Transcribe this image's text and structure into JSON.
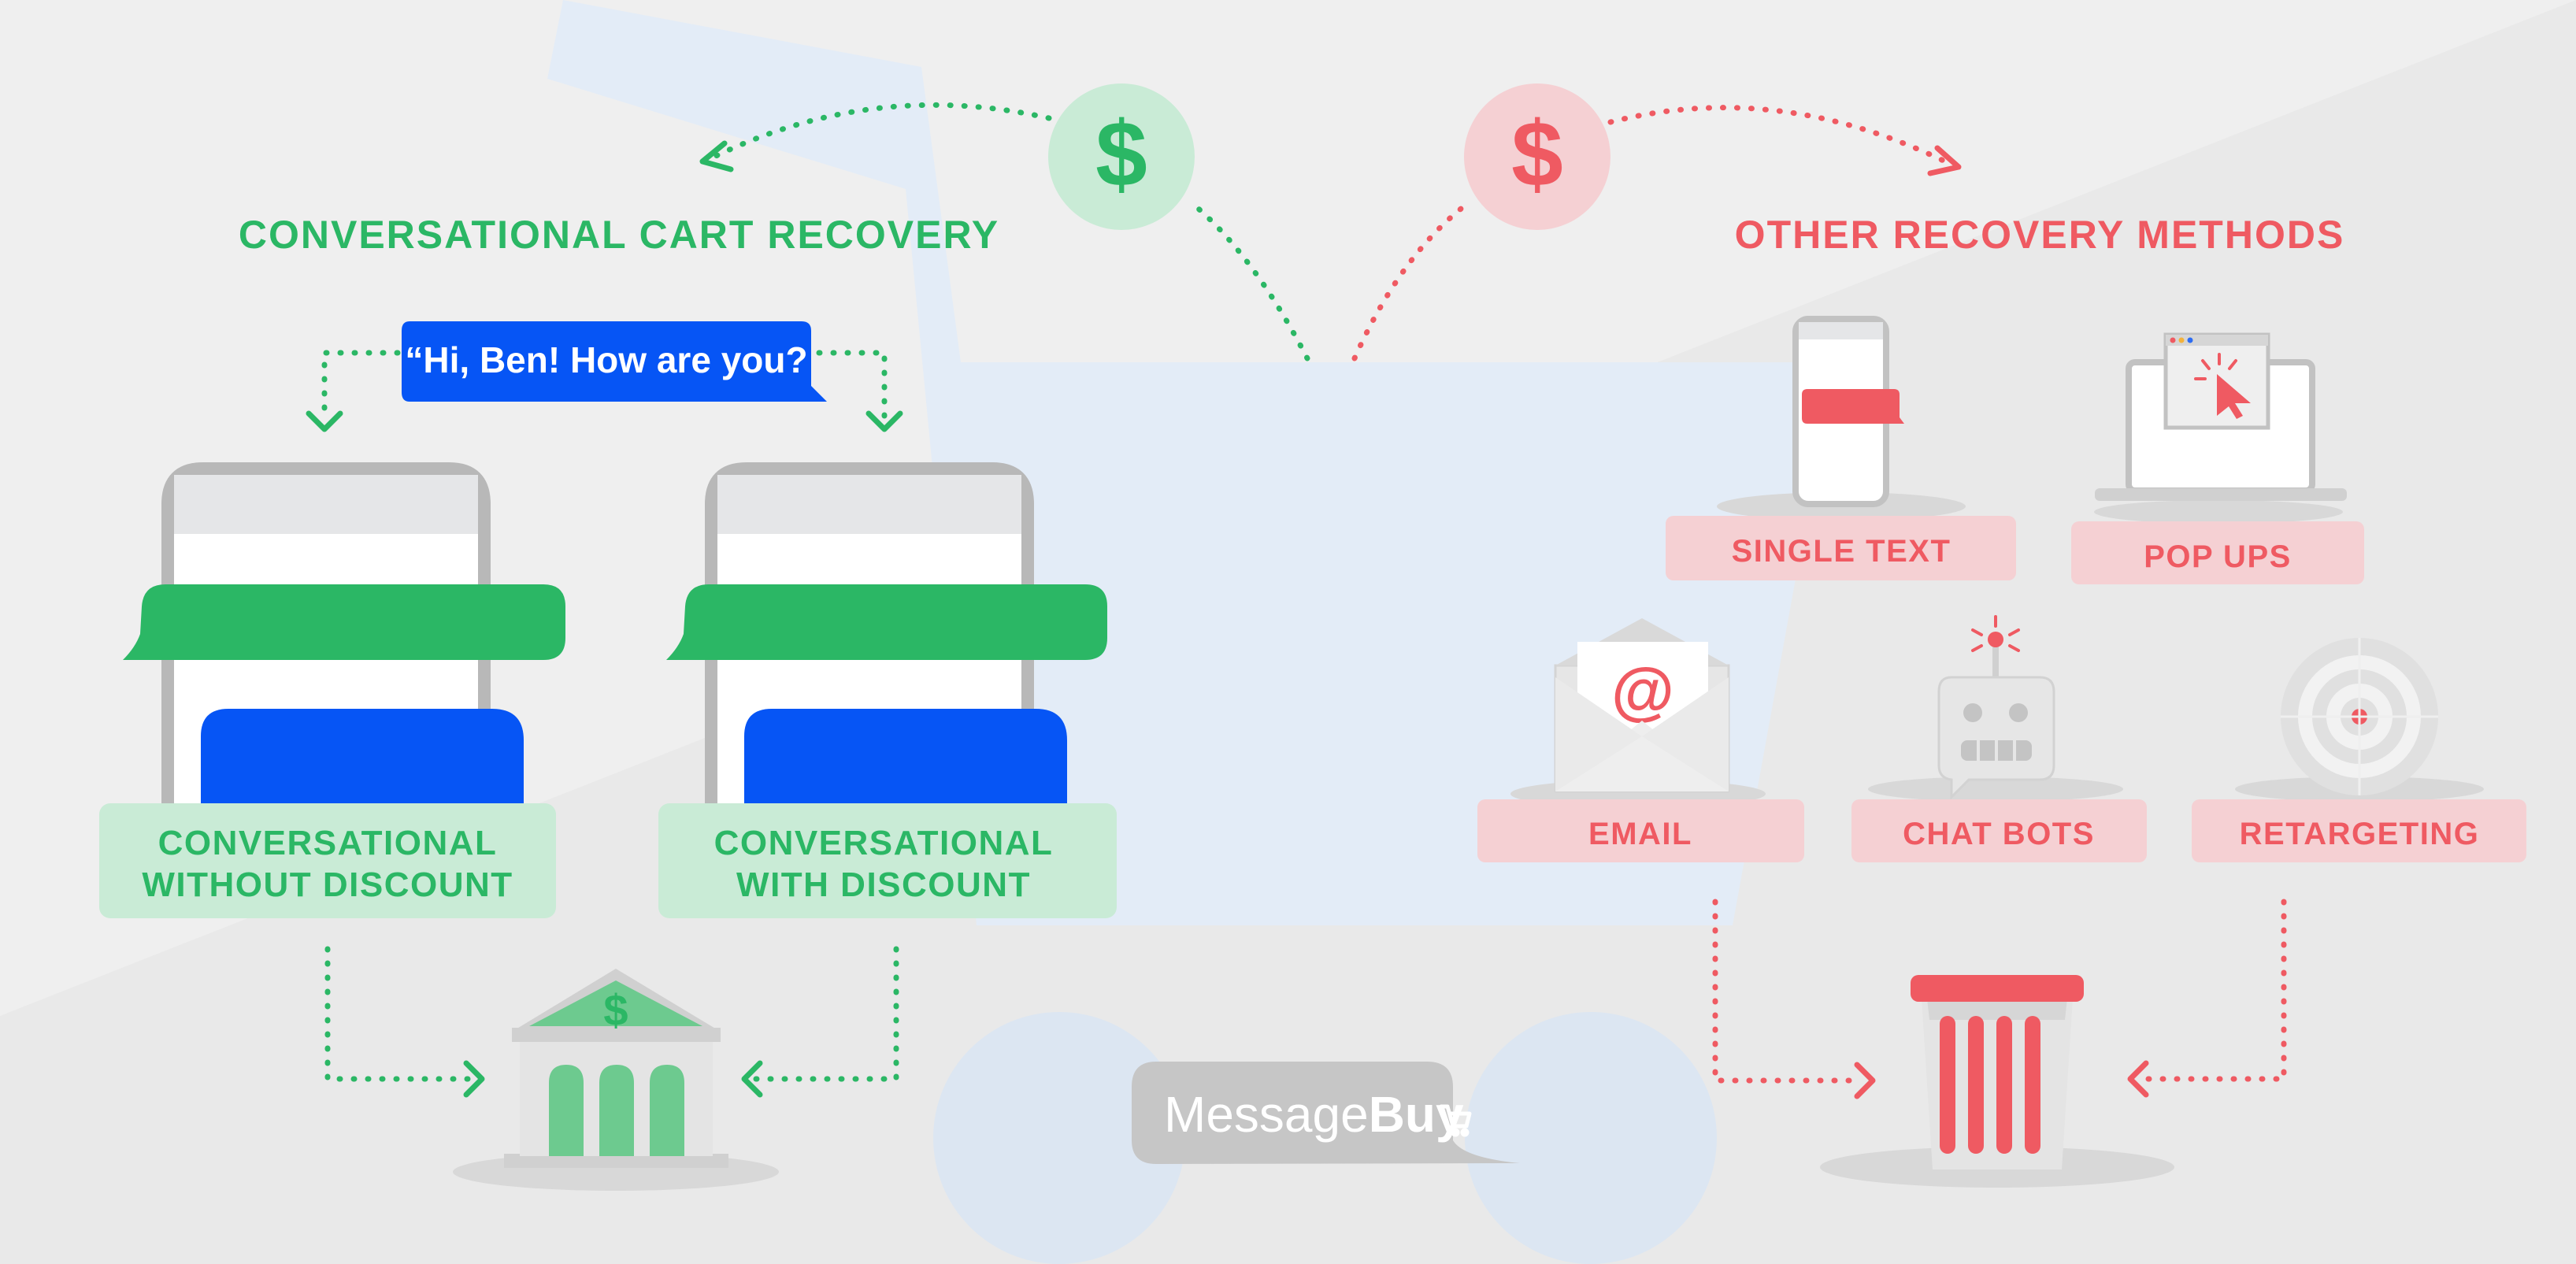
{
  "colors": {
    "green": "#2bb765",
    "green_light": "#c9ebd6",
    "red": "#ef5a62",
    "red_light": "#f5d0d3",
    "blue": "#0655f5",
    "grey": "#c4c4c4"
  },
  "left_section": {
    "title": "CONVERSATIONAL CART RECOVERY",
    "speech_bubble": "“Hi, Ben! How are you?",
    "cards": [
      {
        "line1": "CONVERSATIONAL",
        "line2": "WITHOUT DISCOUNT"
      },
      {
        "line1": "CONVERSATIONAL",
        "line2": "WITH DISCOUNT"
      }
    ],
    "coin_symbol": "$",
    "bank_symbol": "$",
    "destination_icon": "bank-icon"
  },
  "right_section": {
    "title": "OTHER RECOVERY METHODS",
    "coin_symbol": "$",
    "methods": [
      {
        "label": "SINGLE TEXT",
        "icon": "phone-icon"
      },
      {
        "label": "POP UPS",
        "icon": "laptop-popup-icon"
      },
      {
        "label": "EMAIL",
        "icon": "email-icon"
      },
      {
        "label": "CHAT BOTS",
        "icon": "robot-icon"
      },
      {
        "label": "RETARGETING",
        "icon": "target-icon"
      }
    ],
    "email_symbol": "@",
    "destination_icon": "trash-can-icon"
  },
  "brand": {
    "name_regular": "Message",
    "name_bold": "Buy",
    "icon": "cart-icon"
  }
}
